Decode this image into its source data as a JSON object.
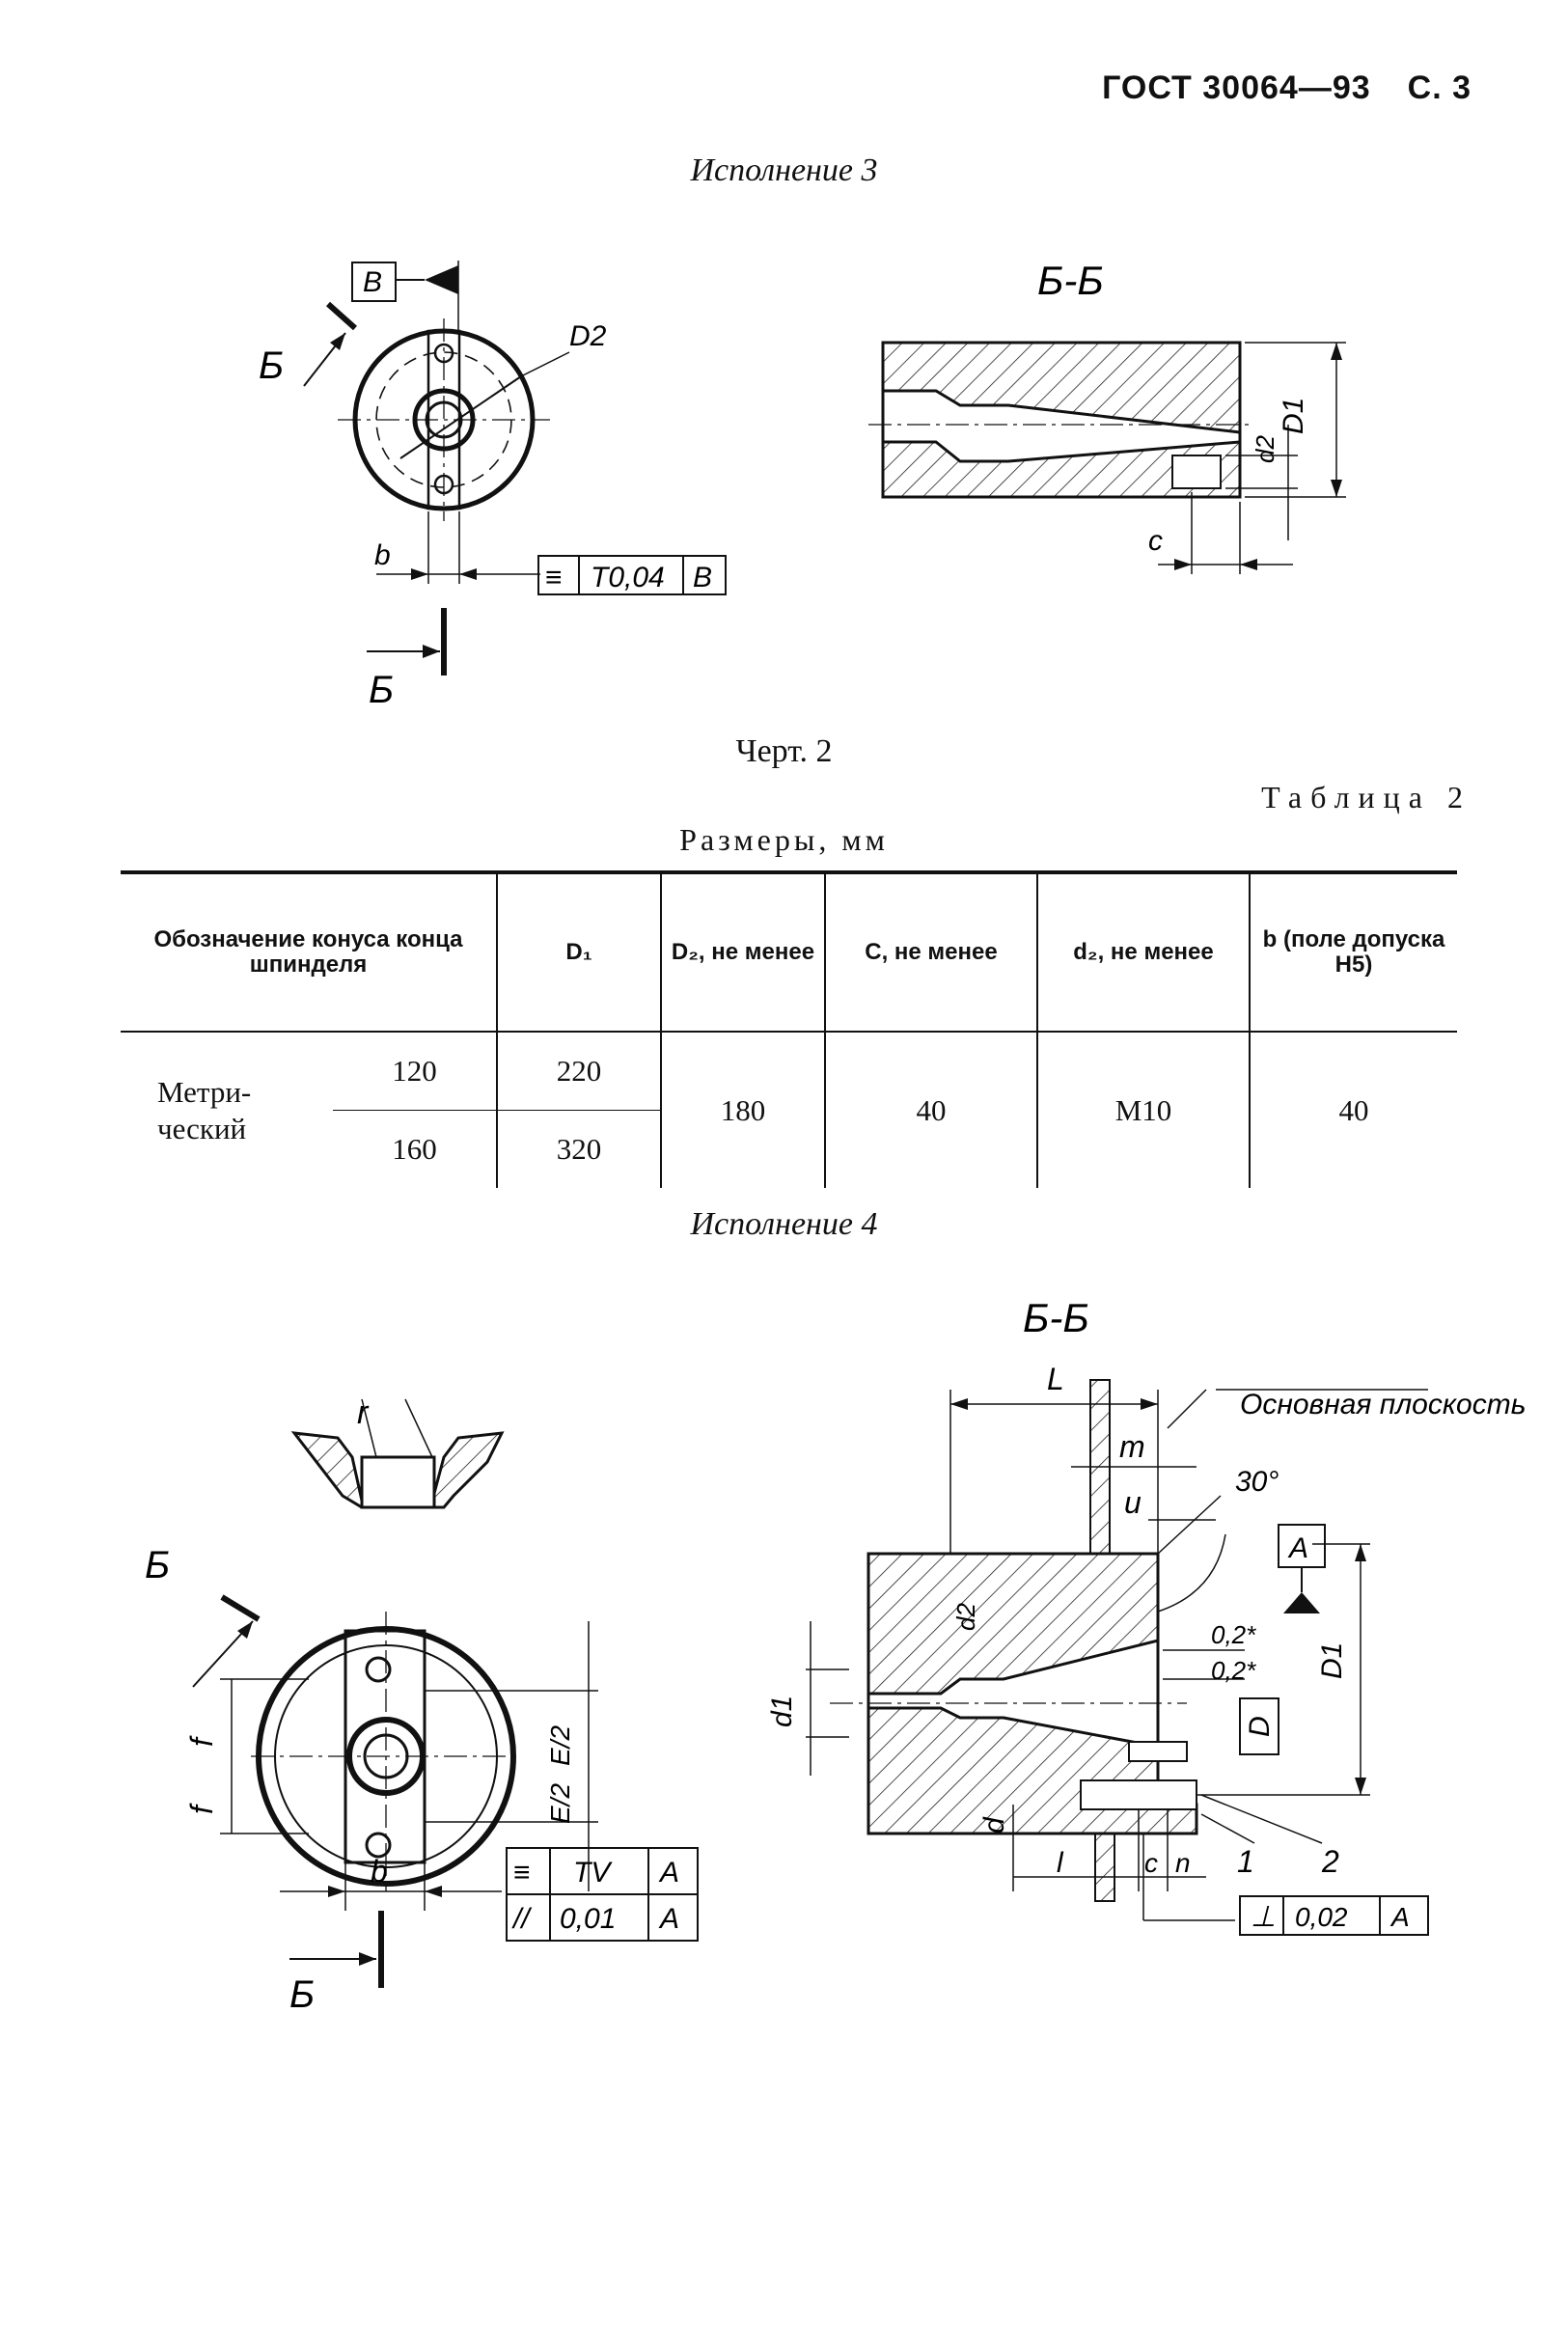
{
  "header": {
    "standard": "ГОСТ 30064—93",
    "page": "С. 3"
  },
  "variant3": {
    "caption": "Исполнение 3",
    "section_title": "Б-Б",
    "labels": {
      "section_mark": "Б",
      "datum": "В",
      "d2_big": "D2",
      "b": "b",
      "tol_symbol": "≡",
      "tol_value": "T0,04",
      "tol_datum": "В",
      "D1": "D1",
      "d2": "d2",
      "c": "c"
    }
  },
  "figure_caption": "Черт. 2",
  "table": {
    "number": "Таблица 2",
    "subtitle": "Размеры, мм",
    "headers": {
      "designation": "Обозначение конуса конца шпинделя",
      "D1": "D₁",
      "D2": "D₂, не менее",
      "C": "C, не менее",
      "d2": "d₂, не менее",
      "b": "b (поле допуска H5)"
    },
    "row_label": "Метри- ческий",
    "rows": [
      {
        "cone": "120",
        "D1": "220"
      },
      {
        "cone": "160",
        "D1": "320"
      }
    ],
    "shared": {
      "D2": "180",
      "C": "40",
      "d2": "M10",
      "b": "40"
    }
  },
  "variant4": {
    "caption": "Исполнение 4",
    "section_title": "Б-Б",
    "labels": {
      "r": "r",
      "section_mark": "Б",
      "f": "f",
      "E_half": "E/2",
      "b": "b",
      "tol1_symbol": "≡",
      "tol1_value": "TV",
      "tol1_datum": "A",
      "tol2_symbol": "//",
      "tol2_value": "0,01",
      "tol2_datum": "A",
      "L": "L",
      "m": "m",
      "base_plane": "Основная плоскость",
      "angle": "30°",
      "u": "u",
      "datum_A": "A",
      "datum_D": "D",
      "D1": "D1",
      "d1": "d1",
      "d2": "d2",
      "offset1": "0,2*",
      "offset2": "0,2*",
      "d": "d",
      "l": "l",
      "c": "c",
      "n": "n",
      "pos1": "1",
      "pos2": "2",
      "tol3_symbol": "⊥",
      "tol3_value": "0,02",
      "tol3_datum": "A"
    }
  }
}
